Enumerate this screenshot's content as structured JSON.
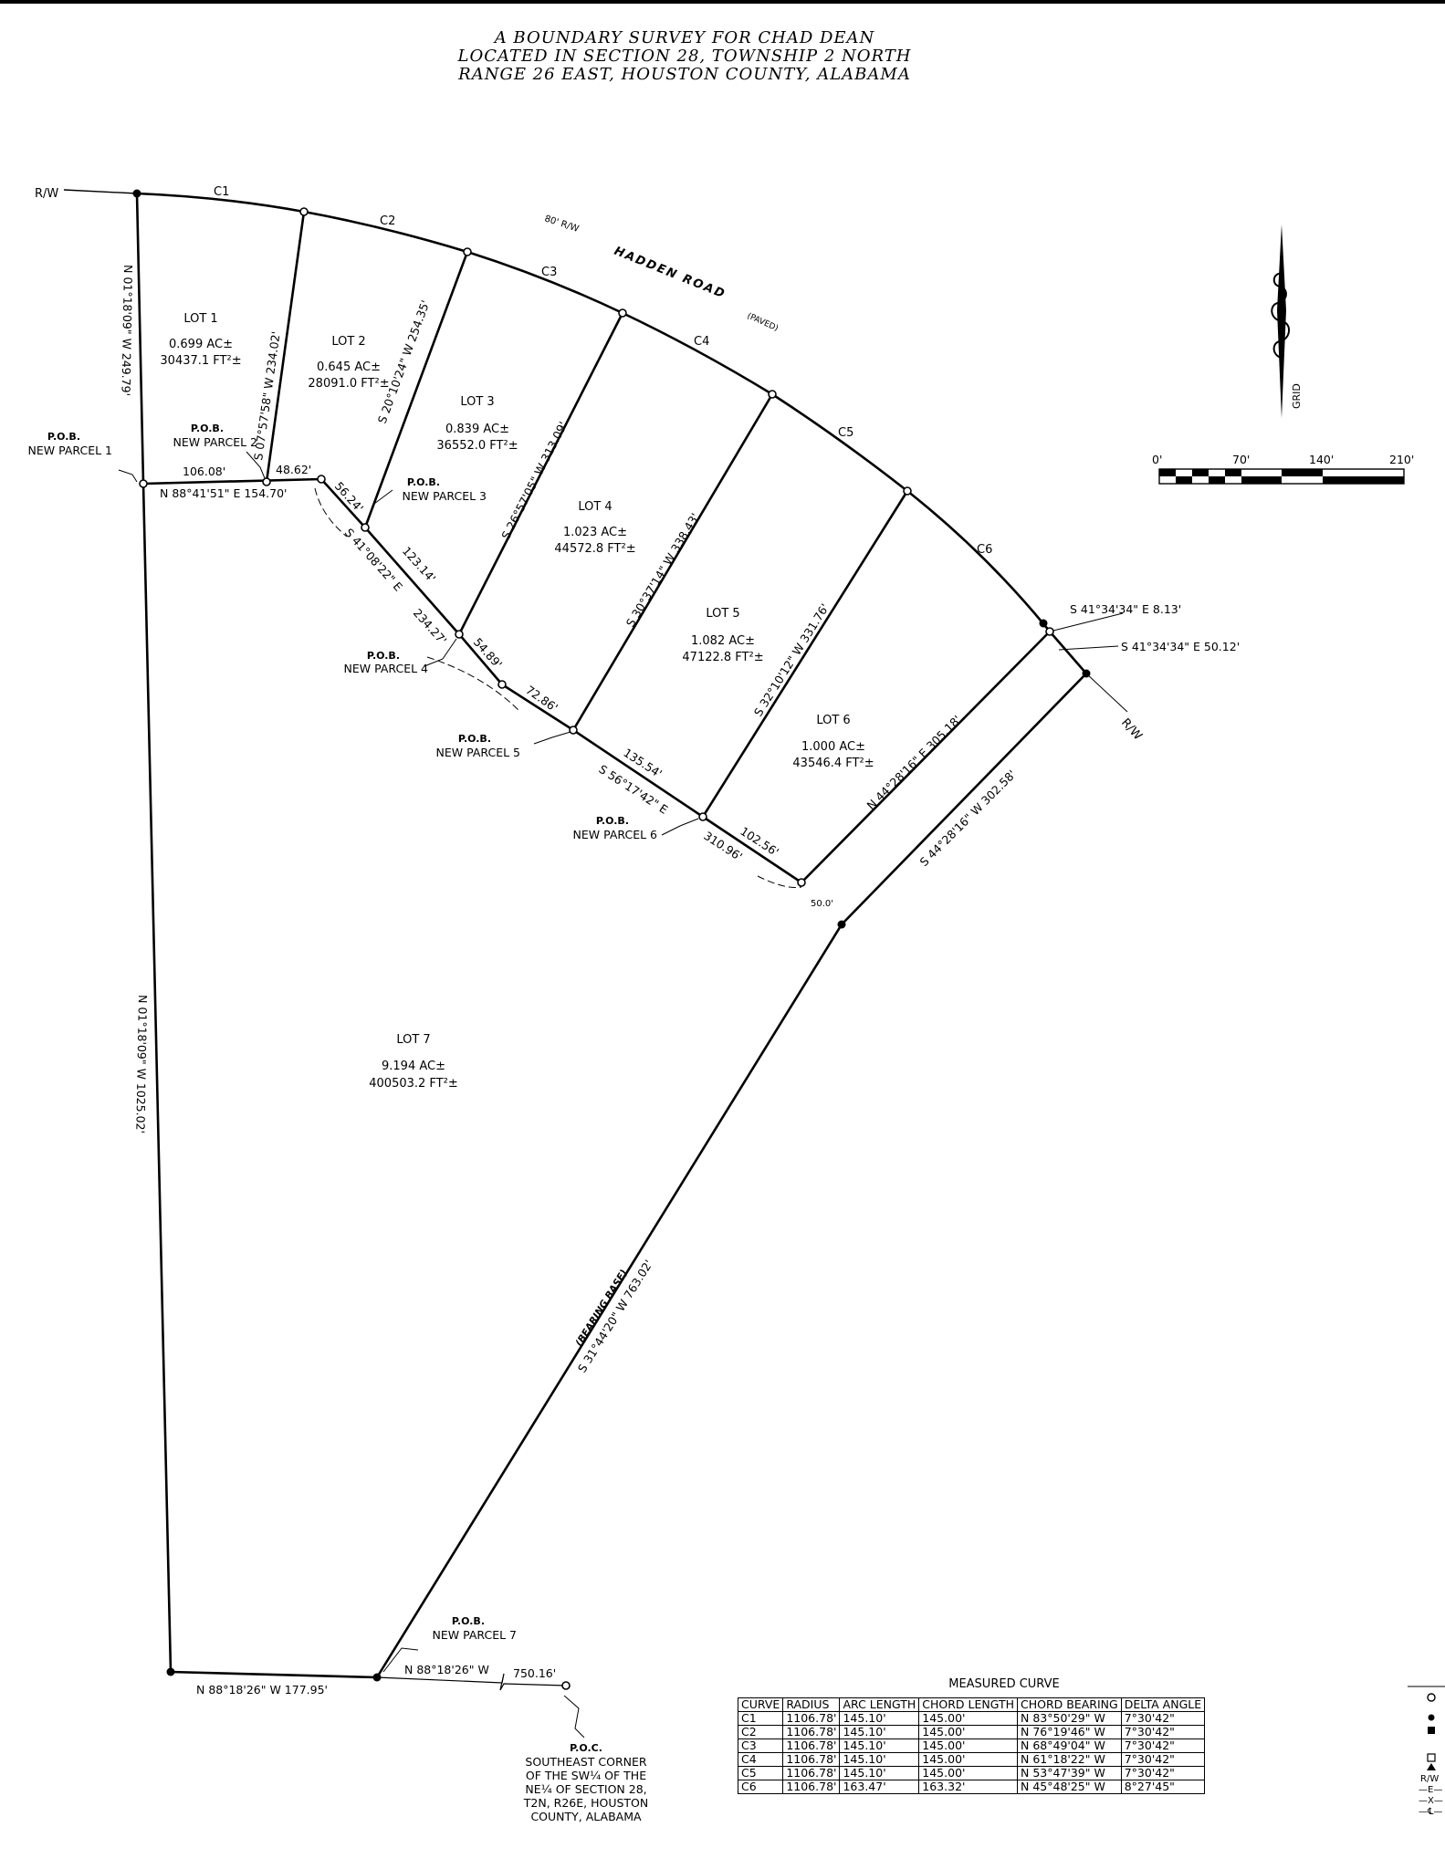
{
  "title": {
    "line1": "A BOUNDARY SURVEY FOR CHAD DEAN",
    "line2": "LOCATED IN SECTION 28, TOWNSHIP 2 NORTH",
    "line3": "RANGE 26 EAST, HOUSTON COUNTY, ALABAMA"
  },
  "road": {
    "name": "HADDEN ROAD",
    "row_width": "80' R/W",
    "surface": "(PAVED)",
    "rw_left": "R/W",
    "rw_right": "R/W"
  },
  "curves_labels": [
    "C1",
    "C2",
    "C3",
    "C4",
    "C5",
    "C6"
  ],
  "lots": [
    {
      "name": "LOT 1",
      "acres": "0.699 AC±",
      "sqft": "30437.1 FT²±"
    },
    {
      "name": "LOT 2",
      "acres": "0.645 AC±",
      "sqft": "28091.0 FT²±"
    },
    {
      "name": "LOT 3",
      "acres": "0.839 AC±",
      "sqft": "36552.0 FT²±"
    },
    {
      "name": "LOT 4",
      "acres": "1.023 AC±",
      "sqft": "44572.8 FT²±"
    },
    {
      "name": "LOT 5",
      "acres": "1.082 AC±",
      "sqft": "47122.8 FT²±"
    },
    {
      "name": "LOT 6",
      "acres": "1.000 AC±",
      "sqft": "43546.4 FT²±"
    },
    {
      "name": "LOT 7",
      "acres": "9.194 AC±",
      "sqft": "400503.2 FT²±"
    }
  ],
  "bearings": {
    "west_upper": "N 01°18'09\" W  249.79'",
    "west_lower": "N 01°18'09\" W  1025.02'",
    "lot1_east": "S 07°57'58\" W  234.02'",
    "lot2_east": "S 20°10'24\" W  254.35'",
    "lot3_east": "S 26°57'05\" W  313.09'",
    "lot4_east": "S 30°37'14\" W  338.43'",
    "lot5_east": "S 32°10'12\" W  331.76'",
    "lot6_east": "N 44°28'16\" E  305.18'",
    "lot7_east": "S 44°28'16\" W  302.58'",
    "north_line": "N 88°41'51\" E  154.70'",
    "seg_106": "106.08'",
    "seg_48": "48.62'",
    "seg_56": "56.24'",
    "diag1": "S 41°08'22\" E",
    "seg_123": "123.14'",
    "seg_234": "234.27'",
    "seg_54": "54.89'",
    "seg_72": "72.86'",
    "seg_135": "135.54'",
    "diag2": "S 56°17'42\" E",
    "seg_310": "310.96'",
    "seg_102": "102.56'",
    "seg_50": "50.0'",
    "corner1": "S 41°34'34\" E  8.13'",
    "corner2": "S 41°34'34\" E  50.12'",
    "bearing_base_label": "(BEARING BASE)",
    "bearing_base": "S 31°44'20\" W  763.02'",
    "south_west": "N 88°18'26\" W    177.95'",
    "south_east": "N 88°18'26\" W",
    "south_poc": "750.16'"
  },
  "pob": [
    {
      "title": "P.O.B.",
      "label": "NEW PARCEL 1"
    },
    {
      "title": "P.O.B.",
      "label": "NEW PARCEL 2"
    },
    {
      "title": "P.O.B.",
      "label": "NEW PARCEL 3"
    },
    {
      "title": "P.O.B.",
      "label": "NEW PARCEL 4"
    },
    {
      "title": "P.O.B.",
      "label": "NEW PARCEL 5"
    },
    {
      "title": "P.O.B.",
      "label": "NEW PARCEL 6"
    },
    {
      "title": "P.O.B.",
      "label": "NEW PARCEL 7"
    }
  ],
  "poc": {
    "title": "P.O.C.",
    "lines": [
      "SOUTHEAST CORNER",
      "OF THE SW¼ OF THE",
      "NE¼ OF SECTION 28,",
      "T2N, R26E, HOUSTON",
      "COUNTY, ALABAMA"
    ]
  },
  "scale": {
    "ticks": [
      "0'",
      "70'",
      "140'",
      "210'"
    ]
  },
  "north_arrow": {
    "label": "GRID"
  },
  "curve_table": {
    "caption": "MEASURED CURVE",
    "headers": [
      "CURVE",
      "RADIUS",
      "ARC LENGTH",
      "CHORD LENGTH",
      "CHORD BEARING",
      "DELTA ANGLE"
    ],
    "rows": [
      [
        "C1",
        "1106.78'",
        "145.10'",
        "145.00'",
        "N 83°50'29\" W",
        "7°30'42\""
      ],
      [
        "C2",
        "1106.78'",
        "145.10'",
        "145.00'",
        "N 76°19'46\" W",
        "7°30'42\""
      ],
      [
        "C3",
        "1106.78'",
        "145.10'",
        "145.00'",
        "N 68°49'04\" W",
        "7°30'42\""
      ],
      [
        "C4",
        "1106.78'",
        "145.10'",
        "145.00'",
        "N 61°18'22\" W",
        "7°30'42\""
      ],
      [
        "C5",
        "1106.78'",
        "145.10'",
        "145.00'",
        "N 53°47'39\" W",
        "7°30'42\""
      ],
      [
        "C6",
        "1106.78'",
        "163.47'",
        "163.32'",
        "N 45°48'25\" W",
        "8°27'45\""
      ]
    ]
  },
  "legend": {
    "rw": "R/W",
    "e": "—E—",
    "x": "—X—",
    "cl": "—℄—"
  }
}
